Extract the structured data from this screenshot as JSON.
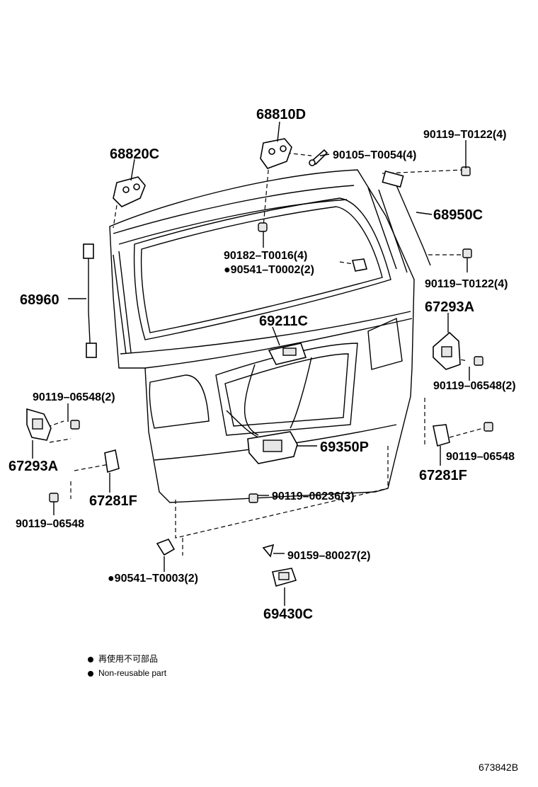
{
  "labels": {
    "p68810D": "68810D",
    "p68820C": "68820C",
    "p90119_T0122_top": "90119–T0122(4)",
    "p90105_T0054": "90105–T0054(4)",
    "p68950C": "68950C",
    "p90182_T0016": "90182–T0016(4)",
    "p90541_T0002": "●90541–T0002(2)",
    "p90119_T0122_mid": "90119–T0122(4)",
    "p68960": "68960",
    "p69211C": "69211C",
    "p67293A_right": "67293A",
    "p90119_06548_2_right": "90119–06548(2)",
    "p90119_06548_2_left": "90119–06548(2)",
    "p67293A_left": "67293A",
    "p69350P": "69350P",
    "p90119_06548_right": "90119–06548",
    "p67281F_right": "67281F",
    "p67281F_left": "67281F",
    "p90119_06548_left": "90119–06548",
    "p90119_06236": "90119–06236(3)",
    "p90159_80027": "90159–80027(2)",
    "p90541_T0003": "●90541–T0003(2)",
    "p69430C": "69430C"
  },
  "legend": {
    "line1": "再使用不可部品",
    "line2": "Non-reusable part"
  },
  "reference_code": "673842B"
}
